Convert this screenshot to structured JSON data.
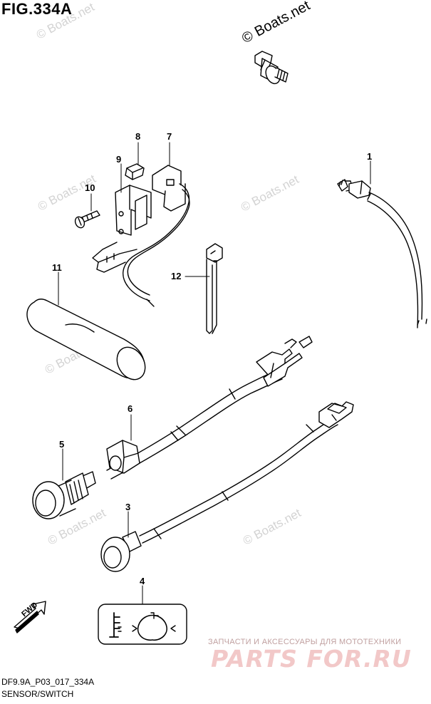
{
  "figure": {
    "title": "FIG.334A",
    "code": "DF9.9A_P03_017_334A",
    "section": "SENSOR/SWITCH"
  },
  "watermark": {
    "main": "© Boats.net",
    "faded": "© Boats.net"
  },
  "store_logo": {
    "tagline": "ЗАПЧАСТИ И АКСЕССУАРЫ ДЛЯ МОТОТЕХНИКИ",
    "name": "PARTS FOR.RU"
  },
  "direction_label": "FWD",
  "callouts": [
    "1",
    "3",
    "4",
    "5",
    "6",
    "7",
    "8",
    "9",
    "10",
    "11",
    "12"
  ]
}
